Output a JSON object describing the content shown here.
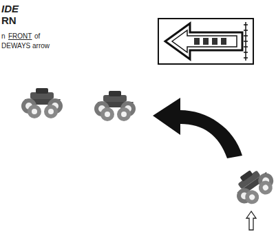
{
  "diagram": {
    "labels": [
      "IDE",
      "RN",
      "n",
      "FRONT",
      "of",
      "DEWAYS arrow"
    ]
  }
}
